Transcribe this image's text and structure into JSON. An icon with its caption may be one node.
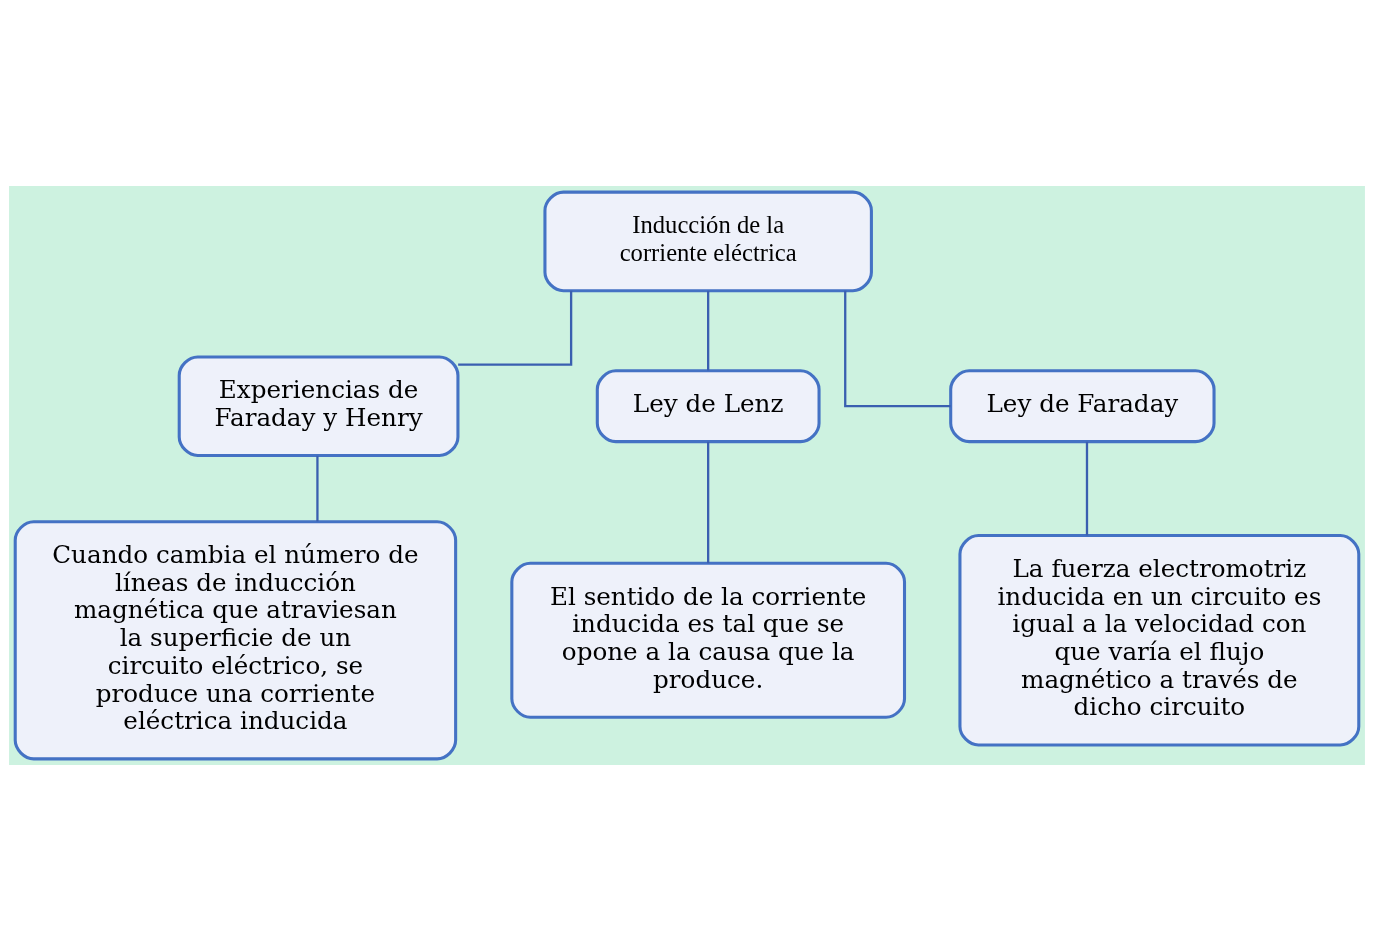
{
  "diagram": {
    "nodes": [
      {
        "text": [
          "Inducción de la corriente eléctrica"
        ]
      },
      {
        "text": [
          "Experiencias de Faraday y Henry"
        ]
      },
      {
        "text": [
          "Ley de Lenz"
        ]
      },
      {
        "text": [
          "Ley de Faraday"
        ]
      },
      {
        "text": [
          "Cuando cambia el número de líneas de inducción magnética que atraviesan la superficie de un circuito eléctrico, se produce una corriente eléctrica inducida"
        ]
      },
      {
        "text": [
          "El sentido de la corriente inducida es tal que se opone a la causa que la produce."
        ]
      },
      {
        "text": [
          "La fuerza electromotriz inducida en un circuito es igual a la velocidad con que varía el flujo magnético a través de dicho circuito"
        ]
      }
    ],
    "edges": [
      {
        "from": 0,
        "to": 1,
        "arrow": "none"
      },
      {
        "from": 0,
        "to": 2,
        "arrow": "none"
      },
      {
        "from": 0,
        "to": 3,
        "arrow": "none"
      },
      {
        "from": 1,
        "to": 4,
        "arrow": "none"
      },
      {
        "from": 2,
        "to": 5,
        "arrow": "none"
      },
      {
        "from": 3,
        "to": 6,
        "arrow": "none"
      }
    ]
  }
}
